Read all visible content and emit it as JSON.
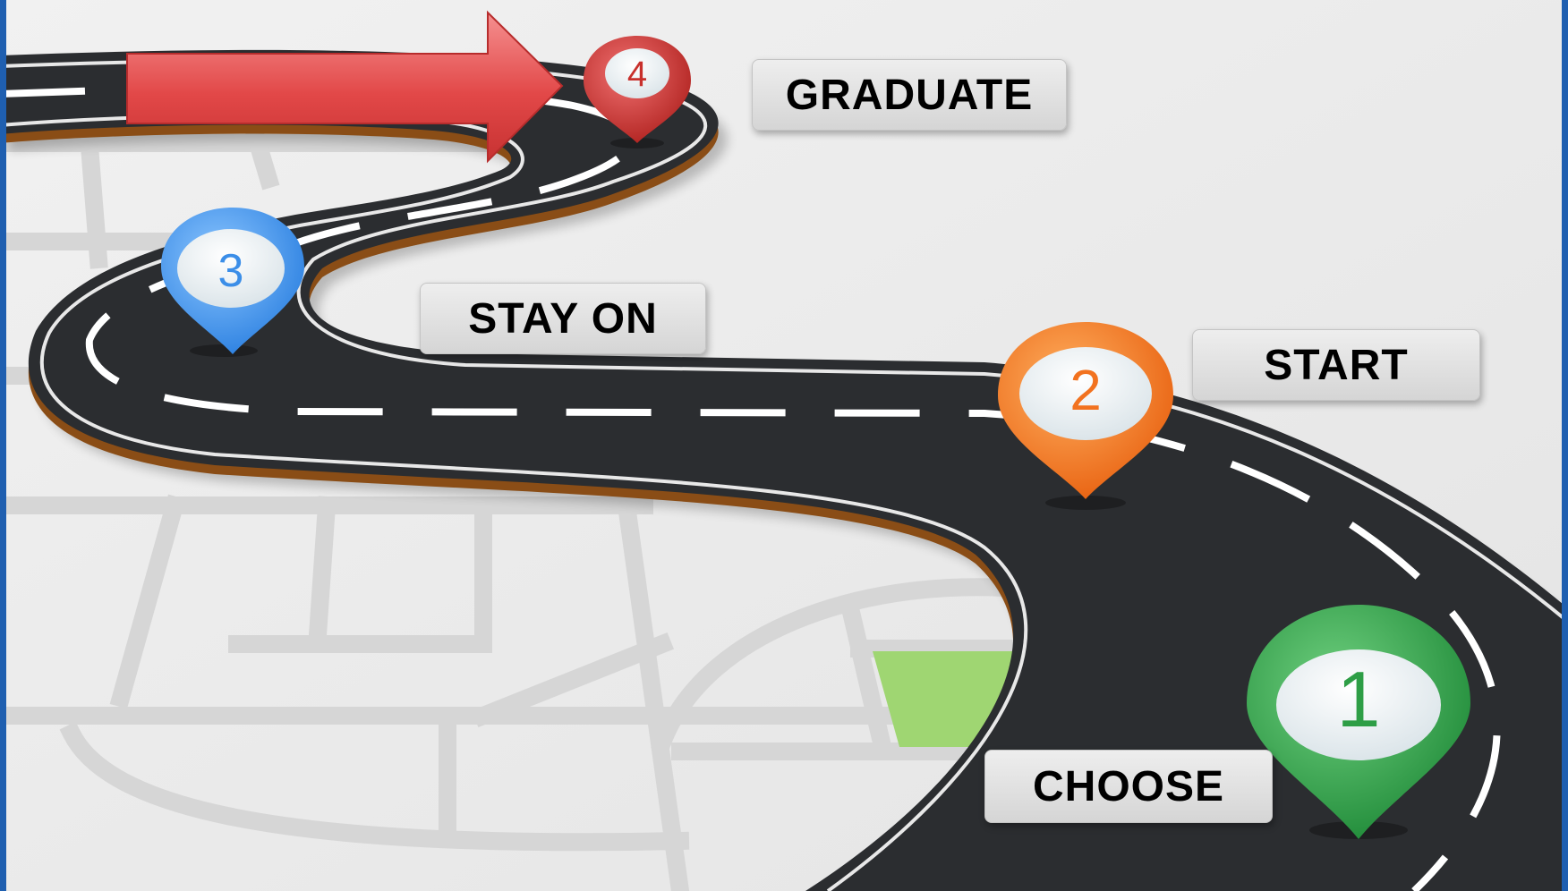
{
  "steps": [
    {
      "number": "1",
      "label": "CHOOSE",
      "color": "#2e9e46"
    },
    {
      "number": "2",
      "label": "START",
      "color": "#f2721f"
    },
    {
      "number": "3",
      "label": "STAY ON",
      "color": "#3b8ee8"
    },
    {
      "number": "4",
      "label": "GRADUATE",
      "color": "#c8302c"
    }
  ],
  "colors": {
    "road": "#2b2d30",
    "road_edge": "#8a4d16",
    "lane_marking": "#ffffff",
    "map_background": "#ececec",
    "map_streets": "#d8d8d8",
    "park": "#9fd672",
    "arrow": "#e84a4a",
    "frame": "#1f5fb0"
  },
  "icons": [
    "map-pin-icon",
    "right-arrow-icon"
  ]
}
